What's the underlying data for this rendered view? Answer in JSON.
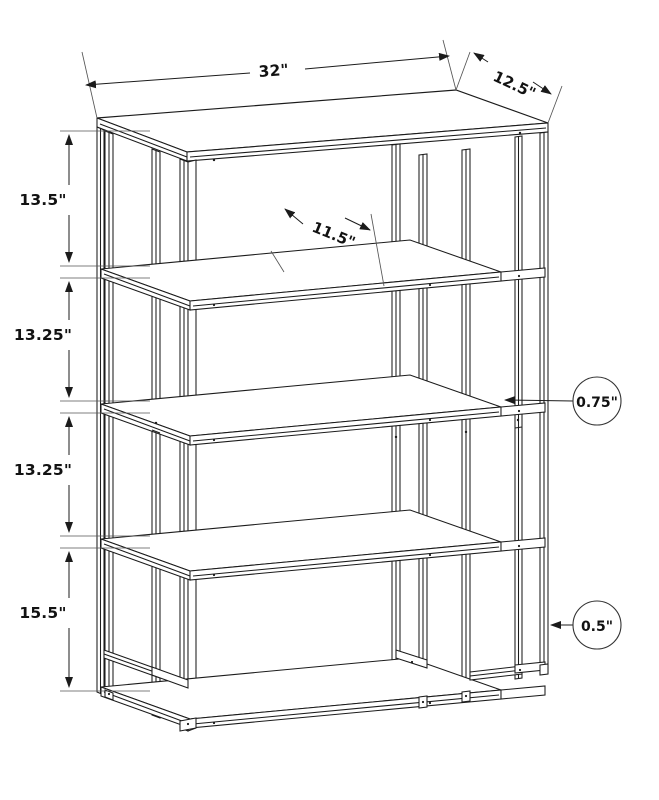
{
  "drawing": {
    "title": "Bookcase / Etagere Dimension Drawing",
    "view": "isometric",
    "product": "4-tier metal frame bookshelf",
    "units": "inches",
    "background_color": "#ffffff",
    "line_color": "#1b1b1b",
    "dimension_color": "#121212"
  },
  "dimensions": {
    "width": {
      "label": "32\"",
      "name": "overall-width",
      "position": "top"
    },
    "depth": {
      "label": "12.5\"",
      "name": "overall-depth",
      "position": "top-right"
    },
    "shelf_depth": {
      "label": "11.5\"",
      "name": "shelf-depth",
      "position": "center"
    },
    "heights": [
      {
        "label": "13.5\"",
        "name": "tier-1-height"
      },
      {
        "label": "13.25\"",
        "name": "tier-2-height"
      },
      {
        "label": "13.25\"",
        "name": "tier-3-height"
      },
      {
        "label": "15.5\"",
        "name": "tier-4-height"
      }
    ]
  },
  "callouts": [
    {
      "label": "0.75\"",
      "name": "shelf-thickness-callout"
    },
    {
      "label": "0.5\"",
      "name": "frame-tube-callout"
    }
  ]
}
